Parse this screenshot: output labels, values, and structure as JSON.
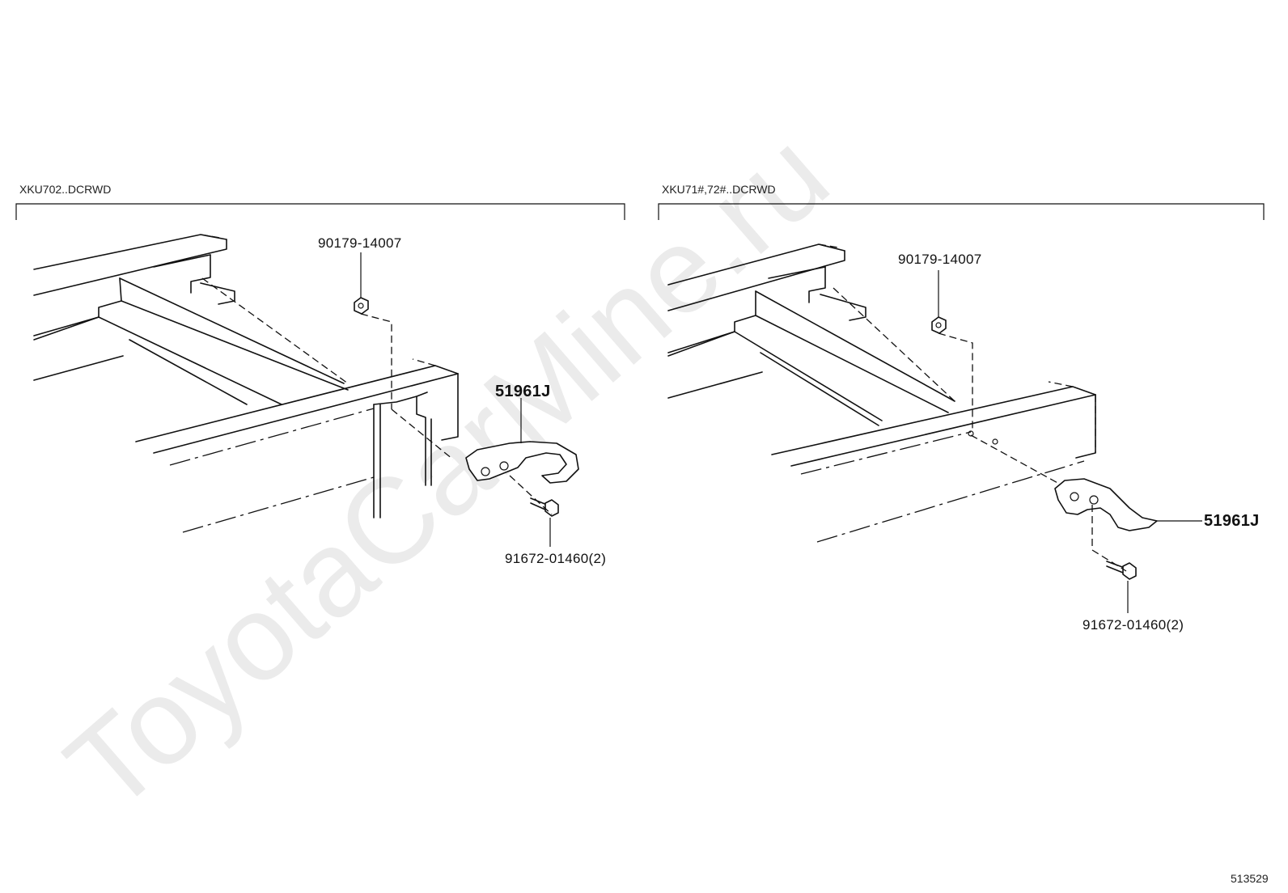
{
  "watermark": "ToyotaCarMine.ru",
  "diagram_id": "513529",
  "panels": [
    {
      "variant": "XKU702..DCRWD",
      "callouts": {
        "nut": "90179-14007",
        "hook": "51961J",
        "bolt": "91672-01460(2)"
      }
    },
    {
      "variant": "XKU71#,72#..DCRWD",
      "callouts": {
        "nut": "90179-14007",
        "hook": "51961J",
        "bolt": "91672-01460(2)"
      }
    }
  ]
}
